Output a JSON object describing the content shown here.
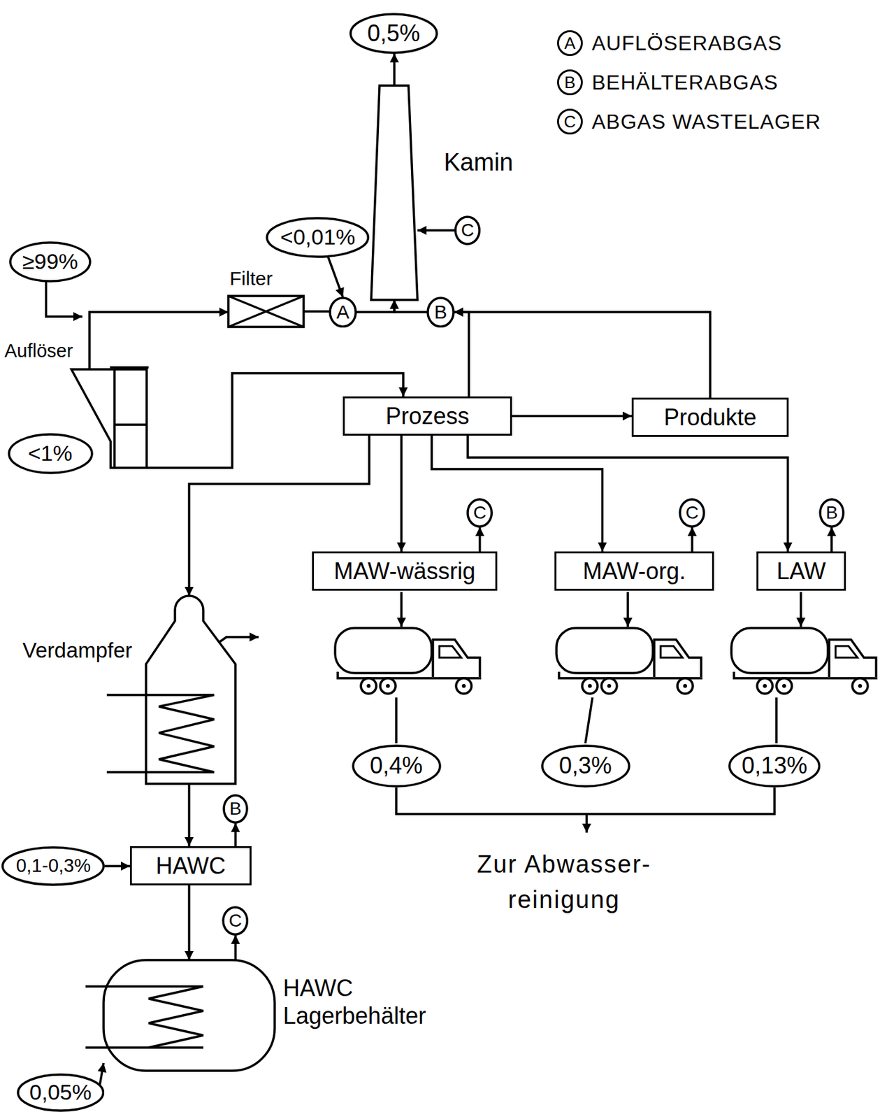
{
  "diagram": {
    "nodes": [
      {
        "text": [
          "0,5%"
        ]
      },
      {
        "text": [
          "Kamin"
        ]
      },
      {
        "text": [
          "C"
        ]
      },
      {
        "text": [
          "<0,01%"
        ]
      },
      {
        "text": [
          "≥99%"
        ]
      },
      {
        "text": [
          "Filter"
        ]
      },
      {
        "text": [
          "A"
        ]
      },
      {
        "text": [
          "B"
        ]
      },
      {
        "text": [
          "Auflöser"
        ]
      },
      {
        "text": [
          "<1%"
        ]
      },
      {
        "text": [
          "Prozess"
        ]
      },
      {
        "text": [
          "Produkte"
        ]
      },
      {
        "text": [
          "C"
        ]
      },
      {
        "text": [
          "C"
        ]
      },
      {
        "text": [
          "B"
        ]
      },
      {
        "text": [
          "MAW-wässrig"
        ]
      },
      {
        "text": [
          "MAW-org."
        ]
      },
      {
        "text": [
          "LAW"
        ]
      },
      {
        "text": [
          "Verdampfer"
        ]
      },
      {
        "text": [
          "0,4%"
        ]
      },
      {
        "text": [
          "0,3%"
        ]
      },
      {
        "text": [
          "0,13%"
        ]
      },
      {
        "text": [
          "B"
        ]
      },
      {
        "text": [
          "0,1-0,3%"
        ]
      },
      {
        "text": [
          "HAWC"
        ]
      },
      {
        "text": [
          "C"
        ]
      },
      {
        "text": [
          "HAWC Lagerbehälter"
        ]
      },
      {
        "text": [
          "0,05%"
        ]
      }
    ],
    "edges": [
      {
        "from": 1,
        "to": 0,
        "arrow": "to"
      },
      {
        "from": 2,
        "to": 1,
        "arrow": "to"
      },
      {
        "from": 3,
        "to": 6,
        "arrow": "to"
      },
      {
        "from": 4,
        "to": 8,
        "arrow": "to"
      },
      {
        "from": 8,
        "to": 5,
        "arrow": "to"
      },
      {
        "from": 5,
        "to": 6,
        "arrow": "none"
      },
      {
        "from": 6,
        "to": 1,
        "arrow": "to"
      },
      {
        "from": 7,
        "to": 1,
        "arrow": "to"
      },
      {
        "from": 10,
        "to": 7,
        "arrow": "to"
      },
      {
        "from": 11,
        "to": 7,
        "arrow": "to"
      },
      {
        "from": 8,
        "to": 10,
        "arrow": "to"
      },
      {
        "from": 10,
        "to": 11,
        "arrow": "to"
      },
      {
        "from": 10,
        "to": 18,
        "arrow": "to"
      },
      {
        "from": 10,
        "to": 15,
        "arrow": "to"
      },
      {
        "from": 10,
        "to": 16,
        "arrow": "to"
      },
      {
        "from": 10,
        "to": 17,
        "arrow": "to"
      },
      {
        "from": 15,
        "to": 12,
        "arrow": "to"
      },
      {
        "from": 16,
        "to": 13,
        "arrow": "to"
      },
      {
        "from": 17,
        "to": 14,
        "arrow": "to"
      },
      {
        "from": 18,
        "to": 24,
        "arrow": "to"
      },
      {
        "from": 24,
        "to": 22,
        "arrow": "to"
      },
      {
        "from": 23,
        "to": 24,
        "arrow": "to"
      },
      {
        "from": 24,
        "to": 26,
        "arrow": "to"
      },
      {
        "from": 26,
        "to": 25,
        "arrow": "to"
      },
      {
        "from": 27,
        "to": 26,
        "arrow": "to"
      }
    ],
    "labels": [
      "A",
      "B",
      "C",
      "Zur Abwasser- reinigung"
    ],
    "legend": [
      {
        "text": "AUFLÖSERABGAS"
      },
      {
        "text": "BEHÄLTERABGAS"
      },
      {
        "text": "ABGAS WASTELAGER"
      }
    ]
  }
}
